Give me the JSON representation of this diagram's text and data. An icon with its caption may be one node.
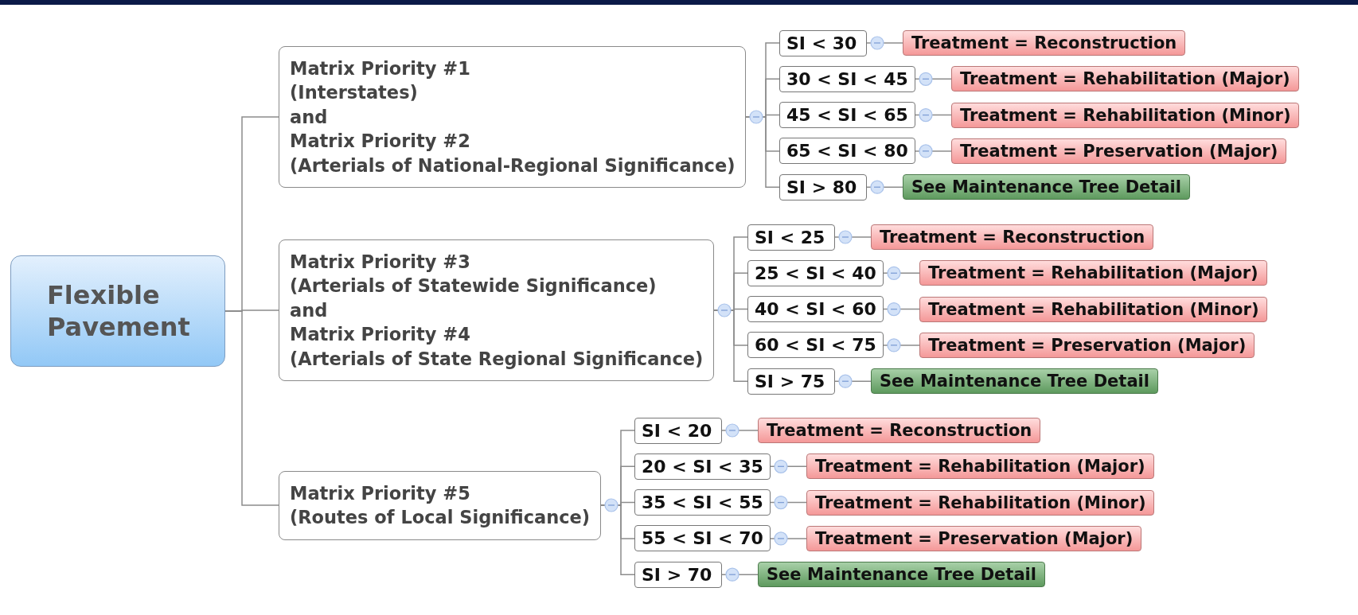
{
  "diagram": {
    "nodes": [
      {
        "text": [
          "Flexible Pavement"
        ]
      },
      {
        "text": [
          "Matrix Priority #1",
          "(Interstates)",
          "and",
          "Matrix Priority #2",
          "(Arterials of National-Regional Significance)"
        ]
      },
      {
        "text": [
          "SI < 30"
        ]
      },
      {
        "text": [
          "Treatment = Reconstruction"
        ]
      },
      {
        "text": [
          "30 < SI < 45"
        ]
      },
      {
        "text": [
          "Treatment = Rehabilitation (Major)"
        ]
      },
      {
        "text": [
          "45 < SI < 65"
        ]
      },
      {
        "text": [
          "Treatment = Rehabilitation (Minor)"
        ]
      },
      {
        "text": [
          "65 < SI < 80"
        ]
      },
      {
        "text": [
          "Treatment = Preservation (Major)"
        ]
      },
      {
        "text": [
          "SI > 80"
        ]
      },
      {
        "text": [
          "See Maintenance Tree Detail"
        ]
      },
      {
        "text": [
          "Matrix Priority #3",
          "(Arterials of Statewide Significance)",
          "and",
          "Matrix Priority #4",
          "(Arterials of State Regional Significance)"
        ]
      },
      {
        "text": [
          "SI < 25"
        ]
      },
      {
        "text": [
          "Treatment = Reconstruction"
        ]
      },
      {
        "text": [
          "25 < SI < 40"
        ]
      },
      {
        "text": [
          "Treatment = Rehabilitation (Major)"
        ]
      },
      {
        "text": [
          "40 < SI < 60"
        ]
      },
      {
        "text": [
          "Treatment = Rehabilitation (Minor)"
        ]
      },
      {
        "text": [
          "60 < SI < 75"
        ]
      },
      {
        "text": [
          "Treatment = Preservation (Major)"
        ]
      },
      {
        "text": [
          "SI > 75"
        ]
      },
      {
        "text": [
          "See Maintenance Tree Detail"
        ]
      },
      {
        "text": [
          "Matrix Priority #5",
          "(Routes of Local Significance)"
        ]
      },
      {
        "text": [
          "SI < 20"
        ]
      },
      {
        "text": [
          "Treatment = Reconstruction"
        ]
      },
      {
        "text": [
          "20 < SI < 35"
        ]
      },
      {
        "text": [
          "Treatment = Rehabilitation (Major)"
        ]
      },
      {
        "text": [
          "35 < SI < 55"
        ]
      },
      {
        "text": [
          "Treatment = Rehabilitation (Minor)"
        ]
      },
      {
        "text": [
          "55 < SI < 70"
        ]
      },
      {
        "text": [
          "Treatment = Preservation (Major)"
        ]
      },
      {
        "text": [
          "SI > 70"
        ]
      },
      {
        "text": [
          "See Maintenance Tree Detail"
        ]
      }
    ],
    "edges": [
      {
        "from": 0,
        "to": 1,
        "arrow": "none"
      },
      {
        "from": 0,
        "to": 12,
        "arrow": "none"
      },
      {
        "from": 0,
        "to": 23,
        "arrow": "none"
      },
      {
        "from": 1,
        "to": 2,
        "arrow": "none"
      },
      {
        "from": 1,
        "to": 4,
        "arrow": "none"
      },
      {
        "from": 1,
        "to": 6,
        "arrow": "none"
      },
      {
        "from": 1,
        "to": 8,
        "arrow": "none"
      },
      {
        "from": 1,
        "to": 10,
        "arrow": "none"
      },
      {
        "from": 2,
        "to": 3,
        "arrow": "none"
      },
      {
        "from": 4,
        "to": 5,
        "arrow": "none"
      },
      {
        "from": 6,
        "to": 7,
        "arrow": "none"
      },
      {
        "from": 8,
        "to": 9,
        "arrow": "none"
      },
      {
        "from": 10,
        "to": 11,
        "arrow": "none"
      },
      {
        "from": 12,
        "to": 13,
        "arrow": "none"
      },
      {
        "from": 12,
        "to": 15,
        "arrow": "none"
      },
      {
        "from": 12,
        "to": 17,
        "arrow": "none"
      },
      {
        "from": 12,
        "to": 19,
        "arrow": "none"
      },
      {
        "from": 12,
        "to": 21,
        "arrow": "none"
      },
      {
        "from": 13,
        "to": 14,
        "arrow": "none"
      },
      {
        "from": 15,
        "to": 16,
        "arrow": "none"
      },
      {
        "from": 17,
        "to": 18,
        "arrow": "none"
      },
      {
        "from": 19,
        "to": 20,
        "arrow": "none"
      },
      {
        "from": 21,
        "to": 22,
        "arrow": "none"
      },
      {
        "from": 23,
        "to": 24,
        "arrow": "none"
      },
      {
        "from": 23,
        "to": 26,
        "arrow": "none"
      },
      {
        "from": 23,
        "to": 28,
        "arrow": "none"
      },
      {
        "from": 23,
        "to": 30,
        "arrow": "none"
      },
      {
        "from": 23,
        "to": 32,
        "arrow": "none"
      },
      {
        "from": 24,
        "to": 25,
        "arrow": "none"
      },
      {
        "from": 26,
        "to": 27,
        "arrow": "none"
      },
      {
        "from": 28,
        "to": 29,
        "arrow": "none"
      },
      {
        "from": 30,
        "to": 31,
        "arrow": "none"
      },
      {
        "from": 32,
        "to": 33,
        "arrow": "none"
      }
    ]
  }
}
